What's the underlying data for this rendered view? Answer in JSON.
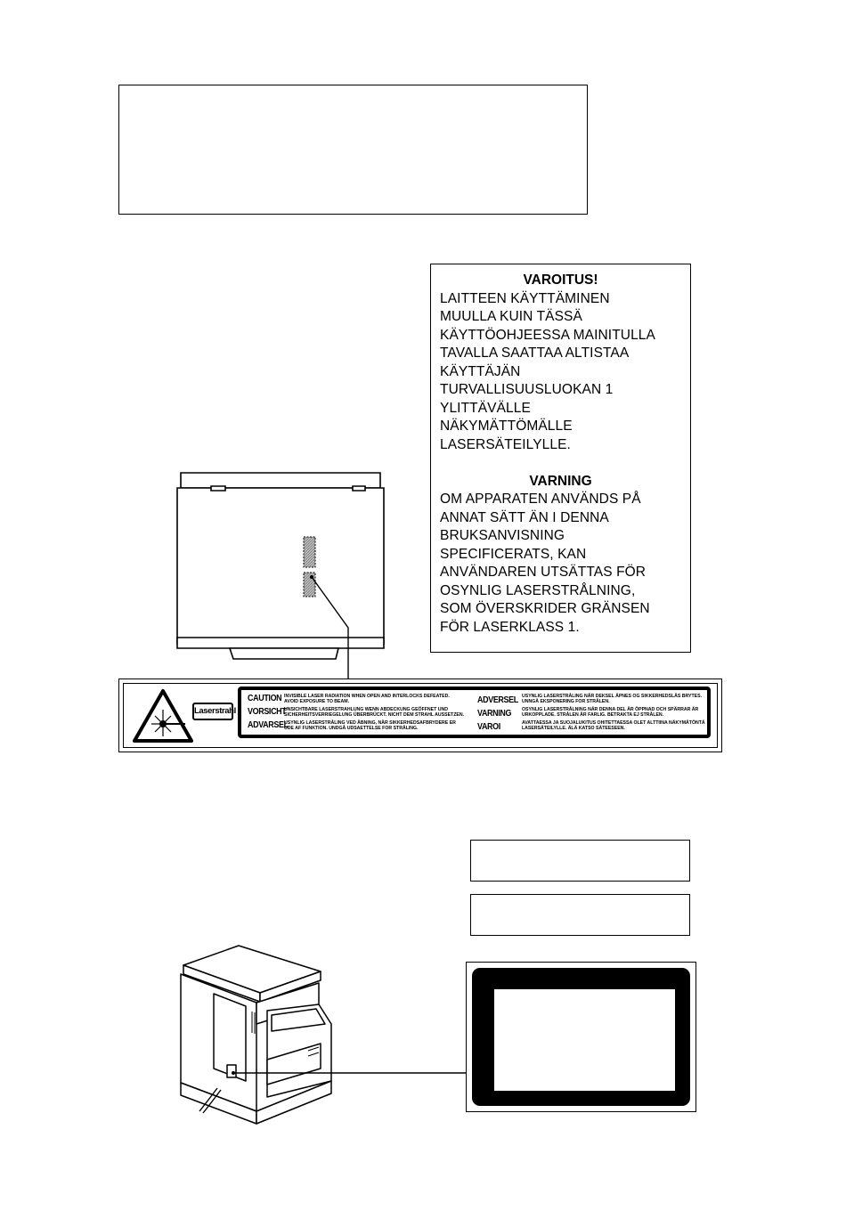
{
  "finnish_warning": {
    "heading": "VAROITUS!",
    "lines": [
      "LAITTEEN KÄYTTÄMINEN",
      "MUULLA KUIN TÄSSÄ",
      "KÄYTTÖOHJEESSA MAINITULLA",
      "TAVALLA SAATTAA ALTISTAA",
      "KÄYTTÄJÄN",
      "TURVALLISUUSLUOKAN 1",
      "YLITTÄVÄLLE",
      "NÄKYMÄTTÖMÄLLE",
      "LASERSÄTEILYLLE."
    ]
  },
  "swedish_warning": {
    "heading": "VARNING",
    "lines": [
      "OM APPARATEN ANVÄNDS PÅ",
      "ANNAT SÄTT ÄN I DENNA",
      "BRUKSANVISNING",
      "SPECIFICERATS, KAN",
      "ANVÄNDAREN UTSÄTTAS FÖR",
      "OSYNLIG LASERSTRÅLNING,",
      "SOM ÖVERSKRIDER GRÄNSEN",
      "FÖR LASERKLASS 1."
    ]
  },
  "laser_label": {
    "badge": "Laserstrahl",
    "rows_left": [
      {
        "word": "CAUTION",
        "text1": "INVISIBLE LASER RADIATION WHEN OPEN AND INTERLOCKS DEFEATED.",
        "text2": "AVOID EXPOSURE TO BEAM."
      },
      {
        "word": "VORSICHT",
        "text1": "UNSICHTBARE LASERSTRAHLUNG WENN ABDECKUNG GEÖFFNET UND",
        "text2": "SICHERHEITSVERRIEGELUNG ÜBERBRÜCKT. NICHT DEM STRAHL AUSSETZEN."
      },
      {
        "word": "ADVARSEL",
        "text1": "USYNLIG LASERSTRÅLING VED ÅBNING, NÅR SIKKERHEDSAFBRYDERE ER",
        "text2": "UDE AF FUNKTION. UNDGÅ UDSAETTELSE FOR STRÅLING."
      }
    ],
    "rows_right": [
      {
        "word": "ADVERSEL",
        "text1": "USYNLIG LASERSTRÅLING NÅR DEKSEL ÅPNES OG SIKKERHEDSLÅS BRYTES.",
        "text2": "UNNGÅ EKSPONERING FOR STRÅLEN."
      },
      {
        "word": "VARNING",
        "text1": "OSYNLIG LASERSTRÅLNING NÄR DENNA DEL ÄR ÖPPNAD OCH SPÄRRAR ÄR",
        "text2": "URKOPPLADE. STRÅLEN ÄR FARLIG. BETRAKTA EJ STRÅLEN."
      },
      {
        "word": "VAROI",
        "text1": "AVATTAESSA JA SUOJALUKITUS OHITETTAESSA OLET ALTTIINA NÄKYMÄTÖNTÄ",
        "text2": "LASERSÄTEILYLLE. ÄLÄ KATSO SÄTEESEEN."
      }
    ]
  },
  "colors": {
    "ink": "#000000",
    "paper": "#ffffff",
    "hatch": "#999999"
  }
}
